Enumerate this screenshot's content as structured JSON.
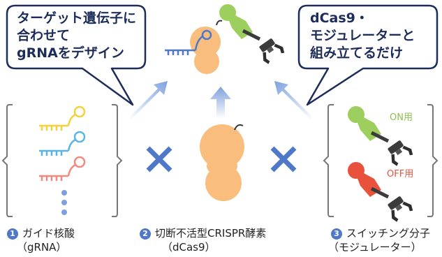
{
  "bubbles": {
    "left": [
      "ターゲット遺伝子に",
      "合わせて",
      "gRNAをデザイン"
    ],
    "right": [
      "dCas9・",
      "モジュレーターと",
      "組み立てるだけ"
    ]
  },
  "components": [
    {
      "num": "1",
      "label": "ガイド核酸",
      "sub": "（gRNA）"
    },
    {
      "num": "2",
      "label": "切断不活型CRISPR酵素",
      "sub": "（dCas9）"
    },
    {
      "num": "3",
      "label": "スイッチング分子",
      "sub": "（モジュレーター）"
    }
  ],
  "switch_tags": {
    "on": "ON用",
    "off": "OFF用"
  },
  "colors": {
    "bubble_border": "#1d2d5a",
    "arrow": "#7ea1dd",
    "cross": "#4f79c8",
    "dcas9": "#f9bd7d",
    "on": "#9ccf5e",
    "off": "#e8523d",
    "grna_yellow": "#f4d23c",
    "grna_blue": "#5ab4e6",
    "grna_red": "#f08a80",
    "dots": "#7ea1dd",
    "bracket": "#777777"
  }
}
